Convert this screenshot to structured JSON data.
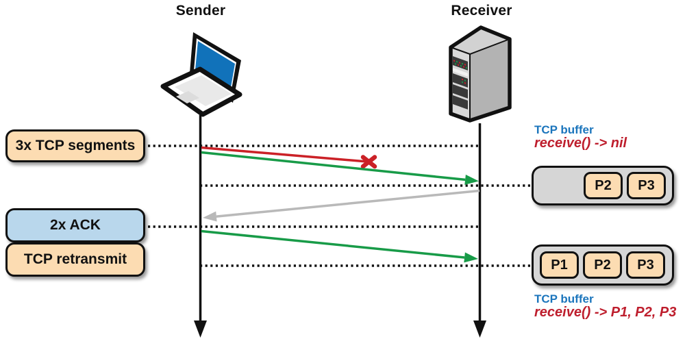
{
  "actors": {
    "sender": {
      "label": "Sender",
      "icon": "laptop-icon"
    },
    "receiver": {
      "label": "Receiver",
      "icon": "server-icon"
    }
  },
  "event_boxes": [
    {
      "label": "3x TCP segments",
      "style": "peach"
    },
    {
      "label": "2x ACK",
      "style": "blue"
    },
    {
      "label": "TCP retransmit",
      "style": "peach"
    }
  ],
  "arrows": [
    {
      "name": "lost-segment",
      "color": "#cb2127",
      "from": "sender",
      "to": "dropped (x-mark)"
    },
    {
      "name": "delivered-segments",
      "color": "#189b48",
      "from": "sender",
      "to": "receiver"
    },
    {
      "name": "duplicate-acks",
      "color": "#b9b9b9",
      "from": "receiver",
      "to": "sender"
    },
    {
      "name": "retransmitted-segment",
      "color": "#189b48",
      "from": "sender",
      "to": "receiver"
    }
  ],
  "buffer_states": [
    {
      "caption": "TCP buffer",
      "call_result": "receive() -> nil",
      "packets": [
        "P2",
        "P3"
      ]
    },
    {
      "caption": "TCP buffer",
      "call_result": "receive() -> P1, P2, P3",
      "packets": [
        "P1",
        "P2",
        "P3"
      ]
    }
  ],
  "colors": {
    "segment_green": "#189b48",
    "lost_red": "#cb2127",
    "ack_gray": "#b9b9b9",
    "event_peach": "#fcdcb2",
    "ack_blue": "#b9d7ec",
    "buffer_gray": "#d6d6d6",
    "caption_blue": "#1b75bc",
    "caption_red": "#be1e2d"
  }
}
